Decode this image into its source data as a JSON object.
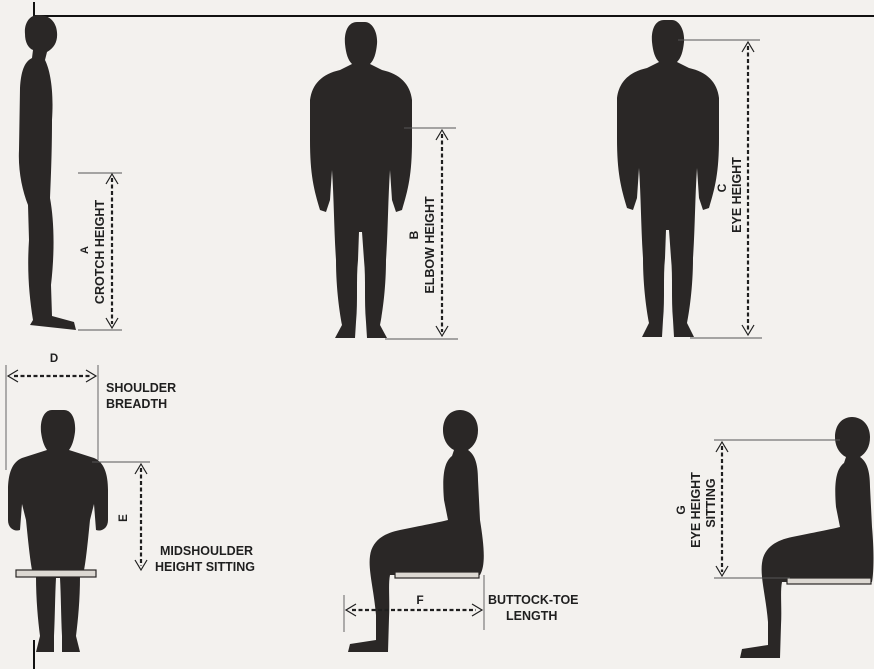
{
  "measurements": {
    "a": {
      "letter": "A",
      "label": "CROTCH HEIGHT"
    },
    "b": {
      "letter": "B",
      "label": "ELBOW HEIGHT"
    },
    "c": {
      "letter": "C",
      "label": "EYE HEIGHT"
    },
    "d": {
      "letter": "D",
      "label_line1": "SHOULDER",
      "label_line2": "BREADTH"
    },
    "e": {
      "letter": "E",
      "label_line1": "MIDSHOULDER",
      "label_line2": "HEIGHT SITTING"
    },
    "f": {
      "letter": "F",
      "label_line1": "BUTTOCK-TOE",
      "label_line2": "LENGTH"
    },
    "g": {
      "letter": "G",
      "label_line1": "EYE HEIGHT",
      "label_line2": "SITTING"
    }
  },
  "colors": {
    "figure": "#2a2726",
    "background": "#f3f1ee",
    "ink": "#1f1f1f"
  }
}
